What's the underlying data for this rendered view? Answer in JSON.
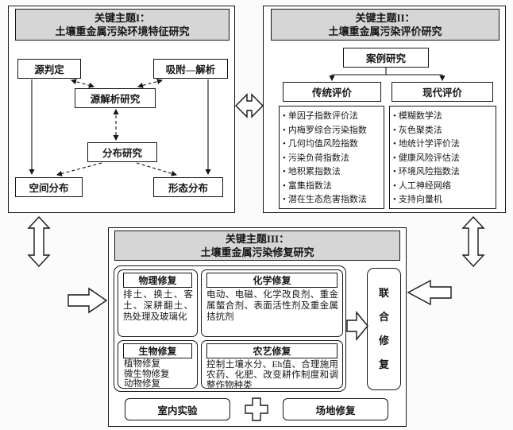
{
  "colors": {
    "header_bg": "#d6d6d6",
    "line": "#161616",
    "panel_bg": "#ffffff"
  },
  "theme1": {
    "title_line1": "关键主题I：",
    "title_line2": "土壤重金属污染环境特征研究",
    "nodes": {
      "source_determination": "源判定",
      "adsorption_desorption": "吸附—解析",
      "source_apportionment": "源解析研究",
      "distribution_research": "分布研究",
      "spatial_distribution": "空间分布",
      "speciation_distribution": "形态分布"
    }
  },
  "theme2": {
    "title_line1": "关键主题II：",
    "title_line2": "土壤重金属污染评价研究",
    "case_study": "案例研究",
    "traditional": {
      "label": "传统评价",
      "items": [
        "单因子指数评价法",
        "内梅罗综合污染指数",
        "几何均值风险指数",
        "污染负荷指数法",
        "地积累指数法",
        "富集指数法",
        "潜在生态危害指数法"
      ]
    },
    "modern": {
      "label": "现代评价",
      "items": [
        "模糊数学法",
        "灰色聚类法",
        "地统计学评价法",
        "健康风险评估法",
        "环境风险指数法",
        "人工神经网络",
        "支持向量机"
      ]
    }
  },
  "theme3": {
    "title_line1": "关键主题III：",
    "title_line2": "土壤重金属污染修复研究",
    "physical": {
      "label": "物理修复",
      "text": "排土、换土、客土、深耕翻土、热处理及玻璃化"
    },
    "chemical": {
      "label": "化学修复",
      "text": "电动、电磁、化学改良剂、重金属螯合剂、表面活性剂及重金属拮抗剂"
    },
    "biological": {
      "label": "生物修复",
      "items": [
        "植物修复",
        "微生物修复",
        "动物修复"
      ]
    },
    "agronomic": {
      "label": "农艺修复",
      "text": "控制土壤水分、Eh值、合理施用农药、化肥、改变耕作制度和调整作物种类"
    },
    "combined": "联合修复",
    "indoor_experiment": "室内实验",
    "field_remediation": "场地修复"
  }
}
